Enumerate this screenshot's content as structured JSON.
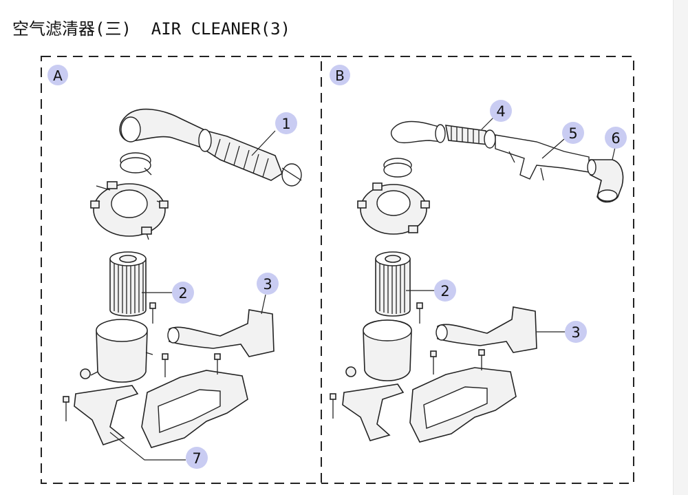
{
  "title": "空气滤清器(三)  AIR CLEANER(3)",
  "panels": [
    {
      "label": "A"
    },
    {
      "label": "B"
    }
  ],
  "callouts_a": [
    "1",
    "2",
    "3",
    "7"
  ],
  "callouts_b": [
    "4",
    "5",
    "6",
    "2",
    "3"
  ],
  "colors": {
    "callout_fill": "#c9ccf2",
    "line": "#222222",
    "part_fill": "#f2f2f2"
  }
}
